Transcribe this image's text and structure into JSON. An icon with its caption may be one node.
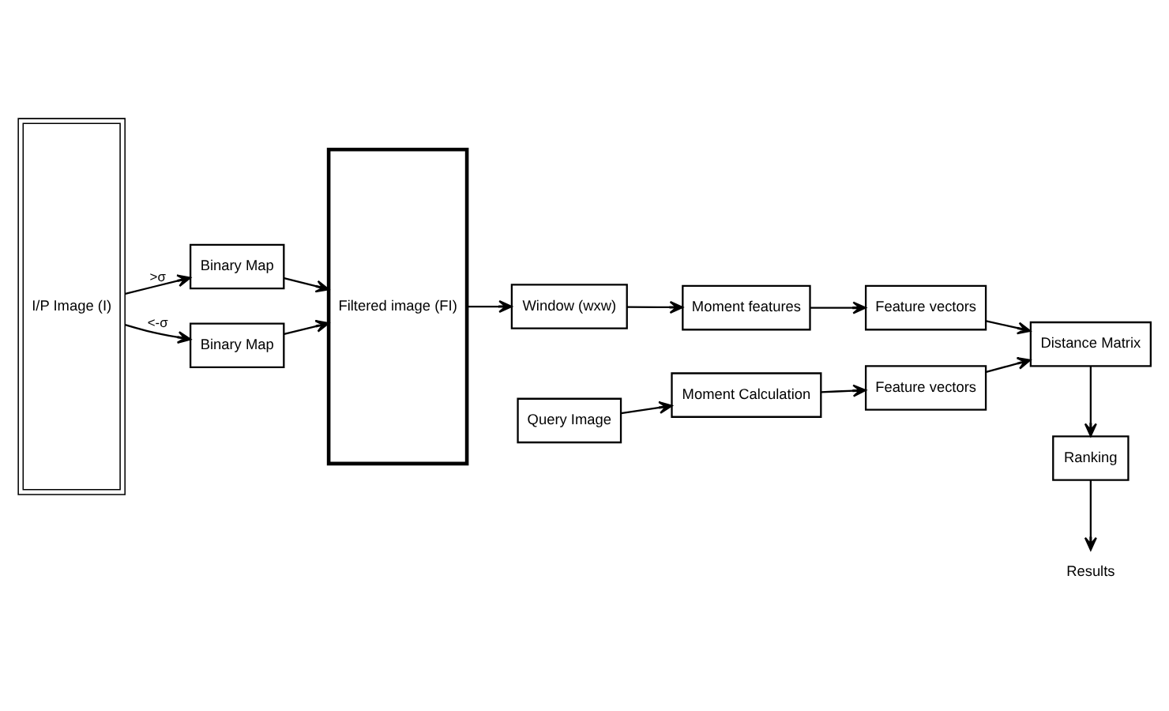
{
  "diagram": {
    "nodes": [
      {
        "text": [
          "I/P Image (I)"
        ]
      },
      {
        "text": [
          "Binary Map"
        ]
      },
      {
        "text": [
          "Binary Map"
        ]
      },
      {
        "text": [
          "Filtered image (FI)"
        ]
      },
      {
        "text": [
          "Window (wxw)"
        ]
      },
      {
        "text": [
          "Moment features"
        ]
      },
      {
        "text": [
          "Feature vectors"
        ]
      },
      {
        "text": [
          "Distance Matrix"
        ]
      },
      {
        "text": [
          "Query Image"
        ]
      },
      {
        "text": [
          "Moment Calculation"
        ]
      },
      {
        "text": [
          "Feature vectors"
        ]
      },
      {
        "text": [
          "Ranking"
        ]
      },
      {
        "text": [
          "Results"
        ]
      }
    ],
    "edges": [
      {
        "from": 0,
        "to": 1,
        "arrow": "to",
        "label": ">σ"
      },
      {
        "from": 0,
        "to": 2,
        "arrow": "to",
        "label": "<-σ"
      },
      {
        "from": 1,
        "to": 3,
        "arrow": "to"
      },
      {
        "from": 2,
        "to": 3,
        "arrow": "to"
      },
      {
        "from": 3,
        "to": 4,
        "arrow": "to"
      },
      {
        "from": 4,
        "to": 5,
        "arrow": "to"
      },
      {
        "from": 5,
        "to": 6,
        "arrow": "to"
      },
      {
        "from": 6,
        "to": 7,
        "arrow": "to"
      },
      {
        "from": 8,
        "to": 9,
        "arrow": "to"
      },
      {
        "from": 9,
        "to": 10,
        "arrow": "to"
      },
      {
        "from": 10,
        "to": 7,
        "arrow": "to"
      },
      {
        "from": 7,
        "to": 11,
        "arrow": "to"
      },
      {
        "from": 11,
        "to": 12,
        "arrow": "to"
      }
    ]
  }
}
